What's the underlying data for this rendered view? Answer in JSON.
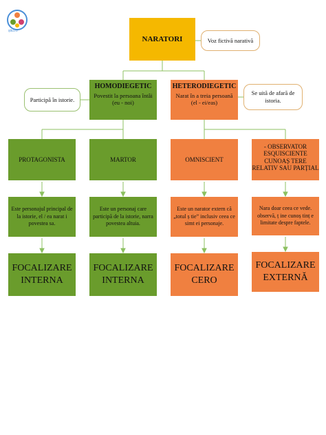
{
  "logo": {
    "caption": "știu.ro"
  },
  "root": {
    "label": "NARATORI",
    "note": "Voz fictivă narativă"
  },
  "categories": {
    "homodiegetic": {
      "title": "HOMODIEGETIC",
      "line1": "Povestit la persoana întâi",
      "line2": "(eu - noi)",
      "note": "Participă în istorie."
    },
    "heterodiegetic": {
      "title": "HETERODIEGETIC",
      "line1": "Narat în a treia persoană",
      "line2": "(el - ei/eas)",
      "note": "Se uită de afară de istoria."
    }
  },
  "types": [
    {
      "name": "PROTAGONISTA",
      "description": "Este personajul principal de la istorie, el / ea narat  i povestea sa.",
      "focalization": "FOCALIZARE INTERNA"
    },
    {
      "name": "MARTOR",
      "description": "Este un personaj care participă de la istorie, narra povestea altuia.",
      "focalization": "FOCALIZARE INTERNA"
    },
    {
      "name": "OMNISCIENT",
      "description": "Este un narator extern că „totul ș tie” inclusiv ceea ce simt ei personaje.",
      "focalization": "FOCALIZARE CERO"
    },
    {
      "name": "- OBSERVATOR ESQUISCIENTE CUNOAȘ TERE RELATIV SAU PARȚIAL",
      "description": "Nara doar ceea ce vede. observă, ț ine cunoș tinț e limitate despre faptele.",
      "focalization": "FOCALIZARE EXTERNĂ"
    }
  ],
  "colors": {
    "root": "#f5b800",
    "green": "#6a9c2c",
    "orange": "#f08040",
    "connector": "#8cc060"
  }
}
